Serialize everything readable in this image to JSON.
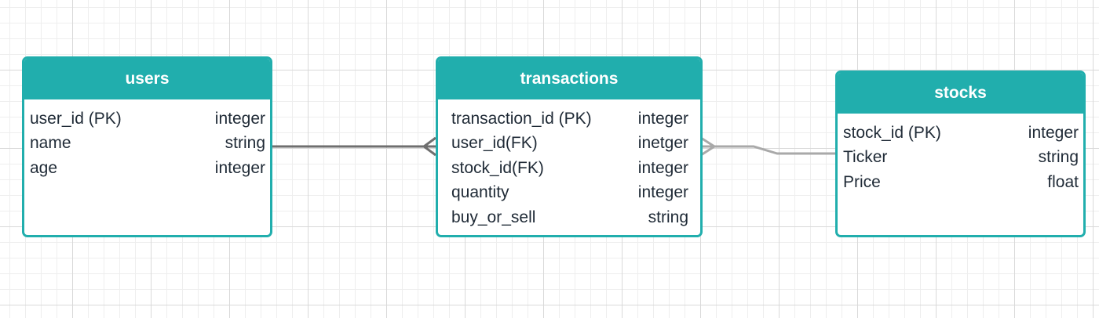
{
  "diagram": {
    "entities": [
      {
        "id": "users",
        "title": "users",
        "fields": [
          {
            "name": "user_id (PK)",
            "type": "integer"
          },
          {
            "name": "name",
            "type": "string"
          },
          {
            "name": "age",
            "type": "integer"
          }
        ]
      },
      {
        "id": "transactions",
        "title": "transactions",
        "fields": [
          {
            "name": "transaction_id (PK)",
            "type": "integer"
          },
          {
            "name": "user_id(FK)",
            "type": "inetger"
          },
          {
            "name": "stock_id(FK)",
            "type": "integer"
          },
          {
            "name": "quantity",
            "type": "integer"
          },
          {
            "name": "buy_or_sell",
            "type": "string"
          }
        ]
      },
      {
        "id": "stocks",
        "title": "stocks",
        "fields": [
          {
            "name": "stock_id (PK)",
            "type": "integer"
          },
          {
            "name": "Ticker",
            "type": "string"
          },
          {
            "name": "Price",
            "type": "float"
          }
        ]
      }
    ],
    "relationships": [
      {
        "from": "users.name",
        "to": "transactions.user_id(FK)",
        "from_end": "one",
        "to_end": "many",
        "color": "#6f6f6f"
      },
      {
        "from": "transactions.user_id(FK)",
        "to": "stocks.Ticker",
        "from_end": "many",
        "to_end": "one",
        "color": "#a9a9a9"
      }
    ]
  },
  "colors": {
    "entity_accent": "#21aead",
    "header_text": "#ffffff",
    "field_text": "#1f2a36",
    "grid_major": "#d9d9d9",
    "grid_minor": "#eeeeee"
  }
}
